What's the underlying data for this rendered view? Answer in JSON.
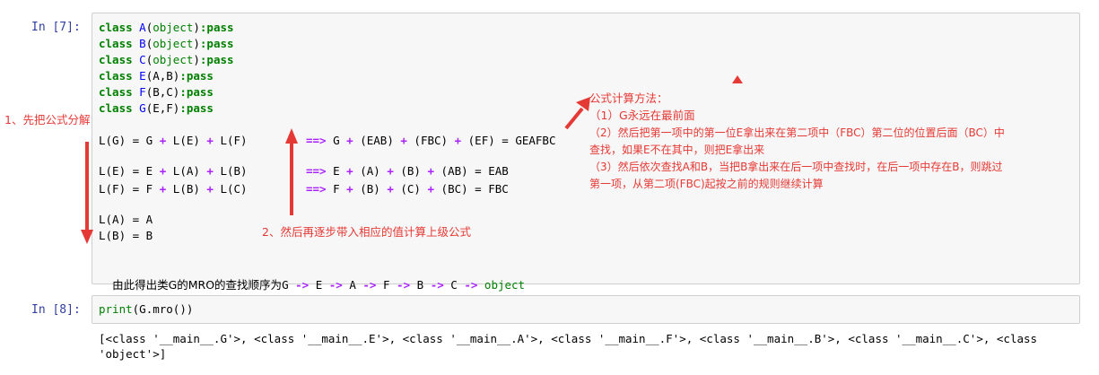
{
  "cell7": {
    "prompt": "In  [7]:",
    "code_lines": [
      {
        "kw": "class",
        "name": "A",
        "args": "(object)",
        "tail": ":pass"
      },
      {
        "kw": "class",
        "name": "B",
        "args": "(object)",
        "tail": ":pass"
      },
      {
        "kw": "class",
        "name": "C",
        "args": "(object)",
        "tail": ":pass"
      },
      {
        "kw": "class",
        "name": "E",
        "args": "(A,B)",
        "tail": ":pass"
      },
      {
        "kw": "class",
        "name": "F",
        "args": "(B,C)",
        "tail": ":pass"
      },
      {
        "kw": "class",
        "name": "G",
        "args": "(E,F)",
        "tail": ":pass"
      }
    ],
    "lg_left": "L(G) = G + L(E) + L(F)",
    "lg_right": "==> G + (EAB) + (FBC) + (EF) = GEAFBC",
    "le_left": "L(E) = E + L(A) + L(B)",
    "le_right": "==> E + (A) + (B) + (AB) = EAB",
    "lf_left": "L(F) = F + L(B) + L(C)",
    "lf_right": "==> F + (B) + (C) + (BC) = FBC",
    "la": "L(A) = A",
    "lb": "L(B) = B",
    "mro_prefix": "由此得出类G的MRO的查找顺序为",
    "mro_chain": "G -> E -> A -> F -> B -> C -> object"
  },
  "annotations": {
    "step1": "1、先把公式分解",
    "step2": "2、然后再逐步带入相应的值计算上级公式",
    "method_title": "公式计算方法：",
    "method_1": "（1）G永远在最前面",
    "method_2a": "（2）然后把第一项中的第一位E拿出来在第二项中（FBC）第二位的位置后面（BC）中",
    "method_2b": "查找，如果E不在其中，则把E拿出来",
    "method_3a": "（3）然后依次查找A和B，当把B拿出来在后一项中查找时，在后一项中存在B，则跳过",
    "method_3b": "第一项，从第二项(FBC)起按之前的规则继续计算"
  },
  "cell8": {
    "prompt": "In  [8]:",
    "code": "print(G.mro())",
    "output_line1": "[<class '__main__.G'>, <class '__main__.E'>, <class '__main__.A'>, <class '__main__.F'>, <class '__main__.B'>, <class '__main__.C'>, <class",
    "output_line2": "'object'>]"
  },
  "colors": {
    "annotation": "#e53935",
    "keyword": "#008000",
    "classname": "#0000ff",
    "operator": "#aa22ff",
    "prompt": "#303f9f"
  }
}
